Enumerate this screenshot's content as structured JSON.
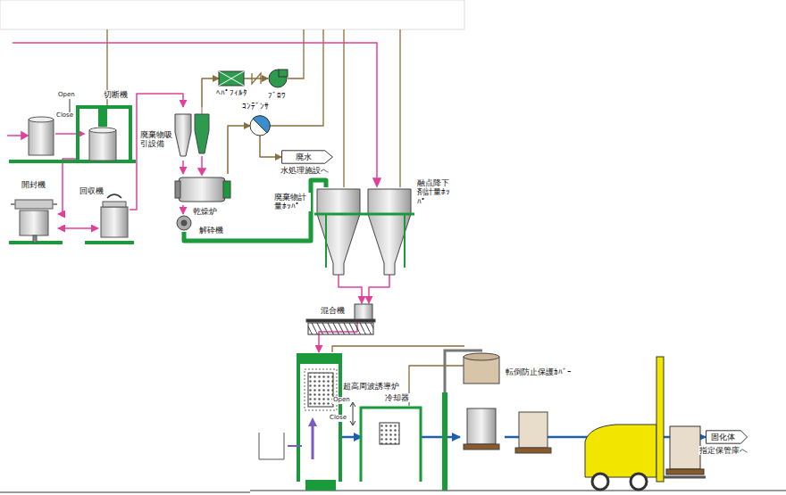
{
  "diagram": {
    "nodes": [
      {
        "text": [
          "切断機"
        ]
      },
      {
        "text": [
          "廃棄物吸引設備"
        ]
      },
      {
        "text": [
          "ﾍﾊﾟﾌｨﾙﾀ"
        ]
      },
      {
        "text": [
          "ﾌﾞﾛﾜ"
        ]
      },
      {
        "text": [
          "ｺﾝﾃﾞﾝｻ"
        ]
      },
      {
        "text": [
          "廃水",
          "水処理施設へ"
        ]
      },
      {
        "text": [
          "乾燥炉"
        ]
      },
      {
        "text": [
          "解砕機"
        ]
      },
      {
        "text": [
          "開封機"
        ]
      },
      {
        "text": [
          "回収機"
        ]
      },
      {
        "text": [
          "廃棄物計量ﾎｯﾊﾟ"
        ]
      },
      {
        "text": [
          "融点降下剤計量ﾎｯﾊﾟ"
        ]
      },
      {
        "text": [
          "混合機"
        ]
      },
      {
        "text": [
          "超高周波誘導炉"
        ]
      },
      {
        "text": [
          "冷却器"
        ]
      },
      {
        "text": [
          "転倒防止保護ｶﾊﾞｰ"
        ]
      },
      {
        "text": [
          "固化体",
          "指定保管庫へ"
        ]
      }
    ],
    "edges": [
      {
        "from": 0,
        "to": 8,
        "arrow": "to"
      },
      {
        "from": 8,
        "to": 9,
        "arrow": "both"
      },
      {
        "from": 9,
        "to": 1,
        "arrow": "to"
      },
      {
        "from": 1,
        "to": 6,
        "arrow": "to"
      },
      {
        "from": 1,
        "to": 2,
        "arrow": "to"
      },
      {
        "from": 2,
        "to": 3,
        "arrow": "to"
      },
      {
        "from": 6,
        "to": 4,
        "arrow": "to"
      },
      {
        "from": 4,
        "to": 5,
        "arrow": "to"
      },
      {
        "from": 6,
        "to": 7,
        "arrow": "to"
      },
      {
        "from": 7,
        "to": 10,
        "arrow": "none"
      },
      {
        "from": 10,
        "to": 12,
        "arrow": "to"
      },
      {
        "from": 11,
        "to": 12,
        "arrow": "to"
      },
      {
        "from": 12,
        "to": 13,
        "arrow": "to"
      },
      {
        "from": 13,
        "to": 14,
        "arrow": "to"
      },
      {
        "from": 14,
        "to": 15,
        "arrow": "to"
      },
      {
        "from": 15,
        "to": 16,
        "arrow": "to"
      }
    ],
    "labels": [
      "Open",
      "Close",
      "Open",
      "Close"
    ]
  }
}
